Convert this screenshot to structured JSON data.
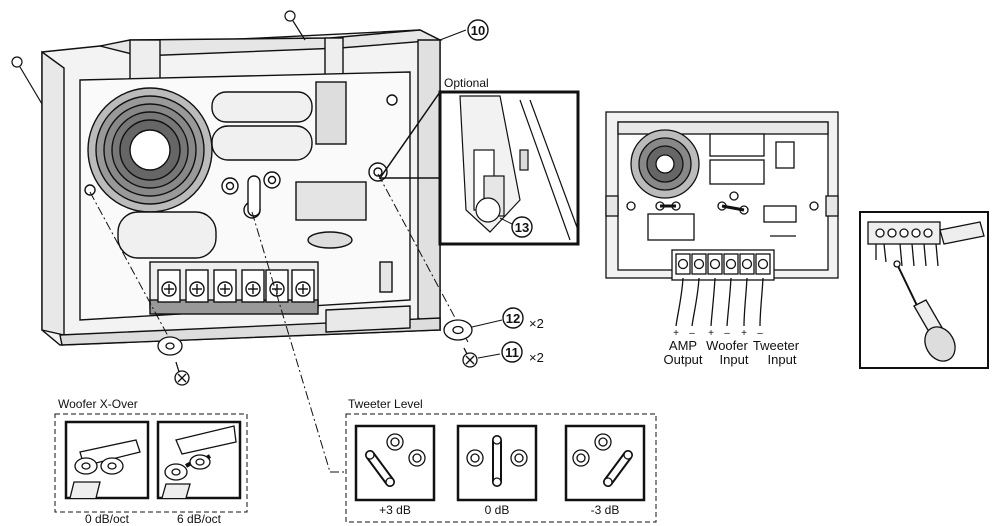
{
  "callouts": {
    "c10": "10",
    "c11": "11",
    "c12": "12",
    "c13": "13",
    "x2_a": "×2",
    "x2_b": "×2"
  },
  "optional_label": "Optional",
  "woofer_xover": {
    "title": "Woofer X-Over",
    "options": [
      "0 dB/oct",
      "6 dB/oct"
    ]
  },
  "tweeter_level": {
    "title": "Tweeter Level",
    "options": [
      "+3 dB",
      "0 dB",
      "-3 dB"
    ]
  },
  "terminals": {
    "signs": [
      "+",
      "–",
      "+",
      "–",
      "+",
      "–"
    ],
    "groups": [
      {
        "line1": "AMP",
        "line2": "Output"
      },
      {
        "line1": "Woofer",
        "line2": "Input"
      },
      {
        "line1": "Tweeter",
        "line2": "Input"
      }
    ]
  }
}
